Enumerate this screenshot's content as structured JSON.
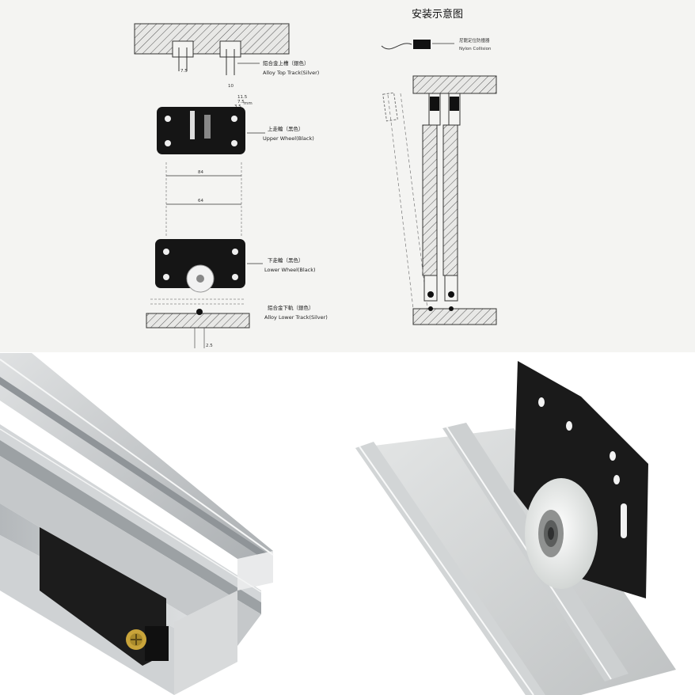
{
  "diagram": {
    "title": "安装示意图",
    "labels": {
      "top_track_cn": "鋁合金上槽（銀色）",
      "top_track_en": "Alloy Top Track(Silver)",
      "upper_wheel_cn": "上走輪（黑色）",
      "upper_wheel_en": "Upper Wheel(Black)",
      "lower_wheel_cn": "下走輪（黑色）",
      "lower_wheel_en": "Lower Wheel(Black)",
      "lower_track_cn": "鋁合金下軌（銀色）",
      "lower_track_en": "Alloy Lower Track(Silver)",
      "collision_cn": "尼龍定位防撞器",
      "collision_en": "Nylon Collision"
    },
    "dimensions": {
      "d1": "7.5",
      "d2": "10",
      "d3": "11.5",
      "d4": "7.5",
      "d5": "3.5",
      "d6": "mm",
      "w1": "84",
      "w2": "64",
      "d7": "2.5"
    }
  },
  "photos": {
    "left": {
      "subject": "aluminum-top-track",
      "colors": {
        "metal": "#c9ccce",
        "screw": "#c9a43a"
      }
    },
    "right": {
      "subject": "lower-track-with-wheel",
      "colors": {
        "metal": "#d6d8d8",
        "plate": "#1a1a1a",
        "wheel": "#eef0ee"
      }
    }
  }
}
